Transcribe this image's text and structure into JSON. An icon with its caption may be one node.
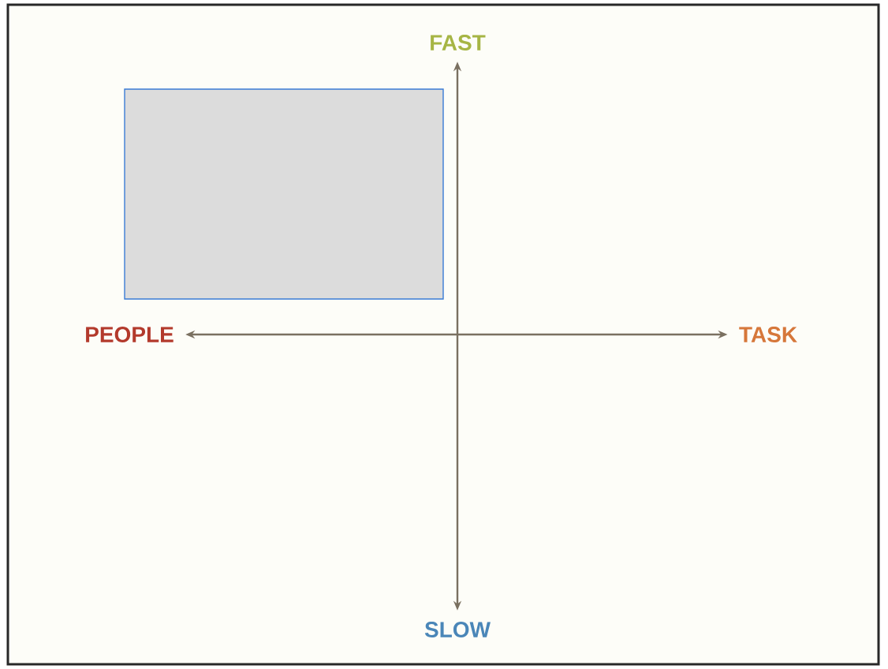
{
  "diagram": {
    "nodes": [
      {
        "text": [
          "FAST"
        ]
      },
      {
        "text": [],
        "shape": "box"
      },
      {
        "text": [
          "PEOPLE"
        ]
      },
      {
        "text": [
          "TASK"
        ]
      },
      {
        "text": [
          "SLOW"
        ]
      }
    ],
    "edges": [
      {
        "from": 0,
        "to": 4,
        "arrow": "both"
      },
      {
        "from": 2,
        "to": 3,
        "arrow": "both"
      }
    ]
  }
}
